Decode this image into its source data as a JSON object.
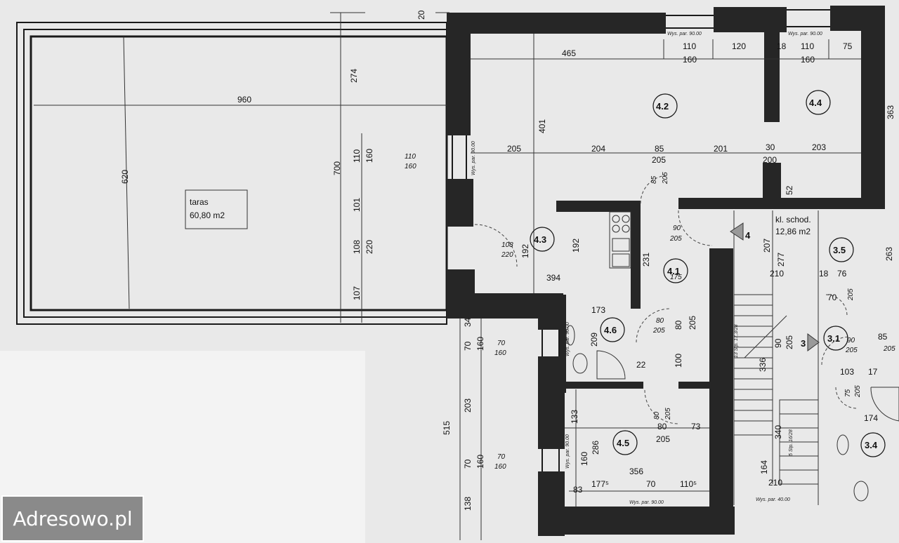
{
  "watermark": "Adresowo.pl",
  "terrace": {
    "name": "taras",
    "area": "60,80 m2"
  },
  "rooms": [
    "4.2",
    "4.4",
    "4.3",
    "4.1",
    "4.6",
    "4.5",
    "3.5",
    "3.1",
    "3.4"
  ],
  "staircase": {
    "name": "kl. schod.",
    "area": "12,86 m2",
    "arrow_right": "4",
    "arrow_left": "3"
  },
  "window_label": "Wys. par. 90.00",
  "window_label_40": "Wys. par. 40.00",
  "stairs": {
    "upper": "13 Stp. 17,3/28",
    "lower": "5 Stp. 16/28"
  },
  "dims": {
    "d960": "960",
    "d465": "465",
    "d20": "20",
    "d274": "274",
    "d620": "620",
    "d700": "700",
    "d401": "401",
    "d110a": "110",
    "d160a": "160",
    "d101": "101",
    "d108": "108",
    "d220": "220",
    "d107": "107",
    "top110a": "110",
    "top120": "120",
    "top18": "18",
    "top110b": "110",
    "top75": "75",
    "top160a": "160",
    "top160b": "160",
    "d363": "363",
    "win110": "110",
    "win160": "160",
    "r205": "205",
    "r204": "204",
    "r85": "85",
    "r201": "201",
    "r30": "30",
    "r203": "203",
    "r205b": "205",
    "r85v": "85",
    "r205v": "205",
    "r200": "200",
    "r52": "52",
    "d90": "90",
    "d205c": "205",
    "d108b": "108",
    "d220b": "220",
    "d192a": "192",
    "d192b": "192",
    "d394": "394",
    "d231": "231",
    "d175": "175",
    "d207": "207",
    "d277": "277",
    "d210": "210",
    "d18": "18",
    "d76": "76",
    "d263": "263",
    "d205d": "205",
    "d70w": "70",
    "d205e": "205",
    "d173": "173",
    "d80a": "80",
    "d205f": "205",
    "d80b": "80",
    "d205g": "205",
    "d209": "209",
    "d100": "100",
    "d22": "22",
    "d34": "34",
    "d70a": "70",
    "d160b": "160",
    "d70b": "70",
    "d160c": "160",
    "d203": "203",
    "d515": "515",
    "d70c": "70",
    "d160d": "160",
    "d70d": "70",
    "d160e": "160",
    "d138": "138",
    "d90b": "90",
    "d336": "336",
    "d205h": "205",
    "d90c": "90",
    "d3190": "90",
    "d85": "85",
    "d205i": "205",
    "d205j": "205",
    "d103": "103",
    "d17": "17",
    "d75": "75",
    "d205k": "205",
    "d174": "174",
    "d80c": "80",
    "d205l": "205",
    "d80d": "80",
    "d73": "73",
    "d205m": "205",
    "d133": "133",
    "d160f": "160",
    "d286": "286",
    "d356": "356",
    "d83": "83",
    "d177": "177⁵",
    "d70e": "70",
    "d110c": "110⁵",
    "d340": "340",
    "d164": "164",
    "d210b": "210",
    "d263b": "263"
  },
  "colors": {
    "wall": "#262626",
    "paper": "#e9e9e9",
    "watermark_bg": "#8a8a8a"
  }
}
